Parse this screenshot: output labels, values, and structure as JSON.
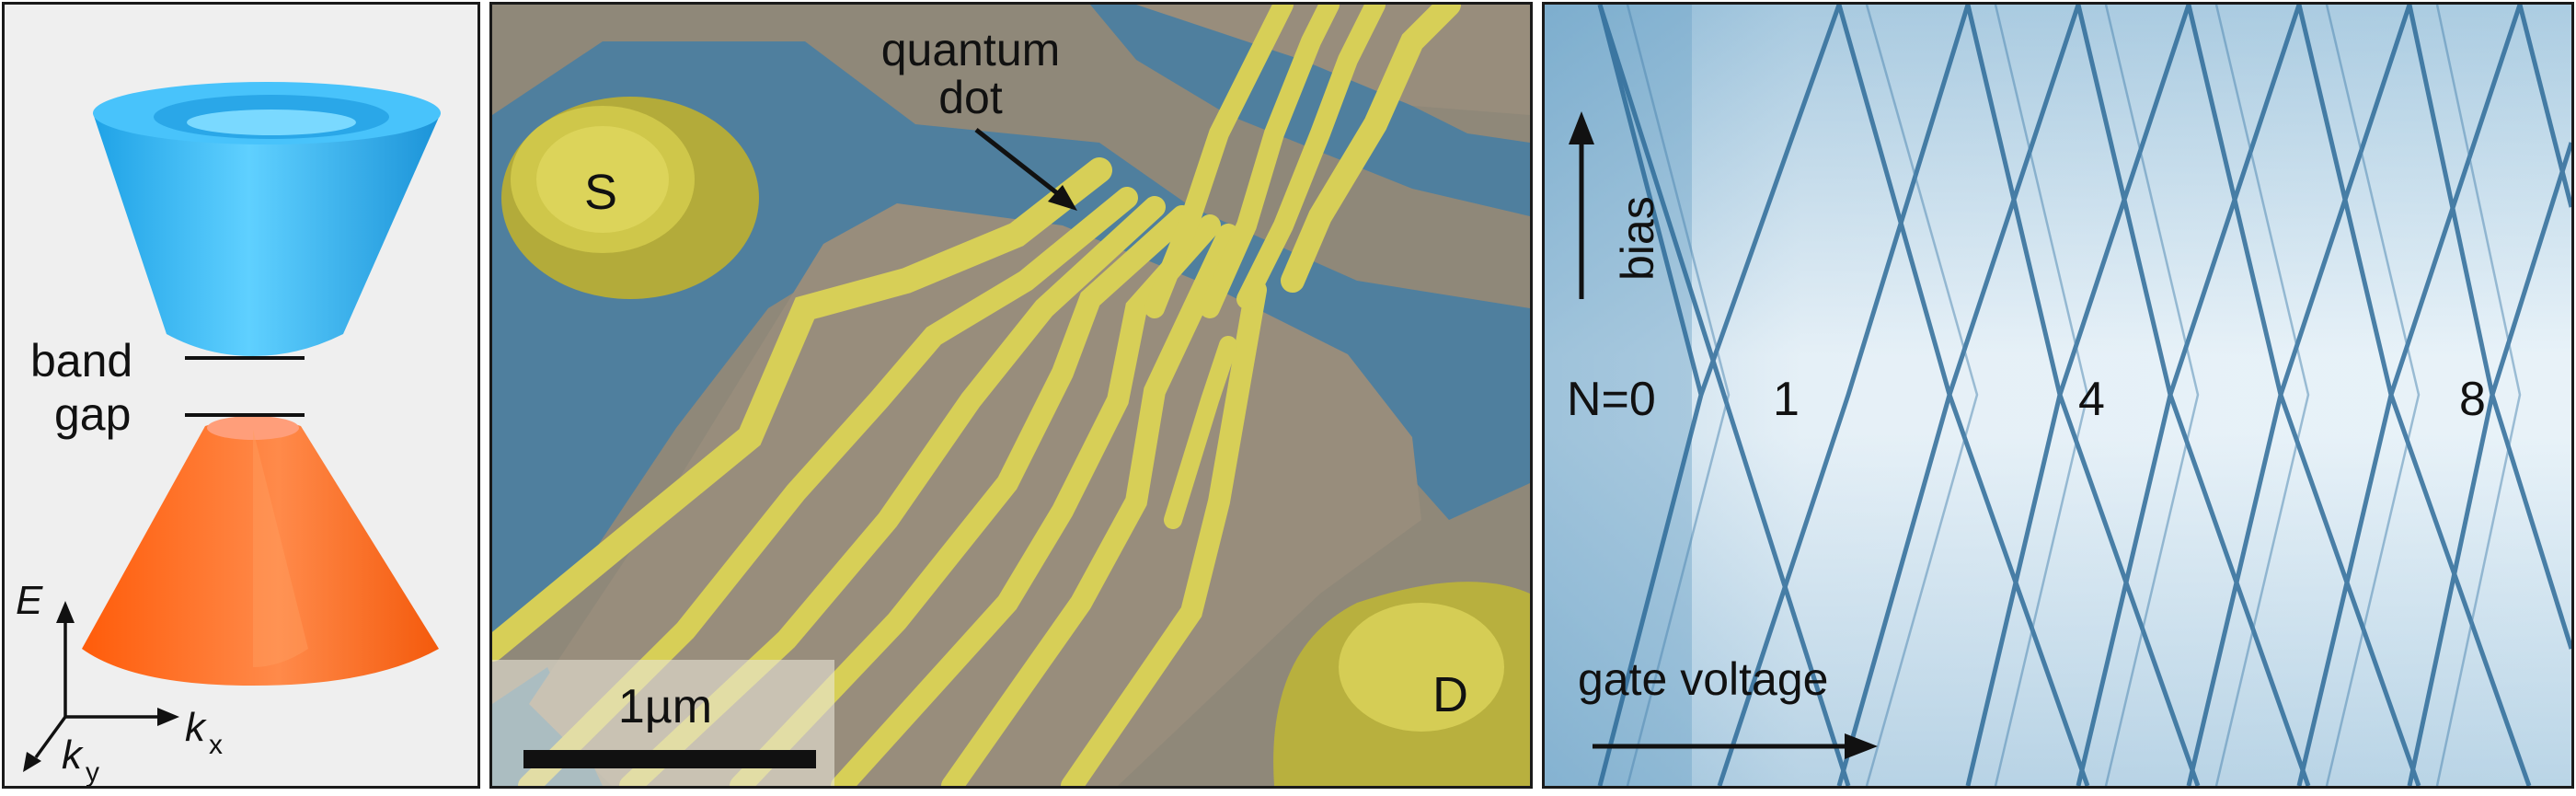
{
  "panel_a": {
    "band_label_1": "band",
    "band_label_2": "gap",
    "axis_energy": "E",
    "axis_kx": "k",
    "axis_kx_sub": "x",
    "axis_ky": "k",
    "axis_ky_sub": "y",
    "conduction_color": "#33b7ef",
    "valence_color": "#ff6a14"
  },
  "panel_b": {
    "label_quantum": "quantum",
    "label_dot": "dot",
    "label_source": "S",
    "label_drain": "D",
    "scale_bar_label": "1µm",
    "gate_color": "#d7cf57",
    "substrate_color": "#4f7f9e",
    "mesa_color": "#988d7c"
  },
  "panel_c": {
    "axis_bias": "bias",
    "axis_gate": "gate voltage",
    "label_n0": "N=0",
    "label_n1": "1",
    "label_n4": "4",
    "label_n8": "8",
    "diamond_color": "#2f6c99"
  }
}
